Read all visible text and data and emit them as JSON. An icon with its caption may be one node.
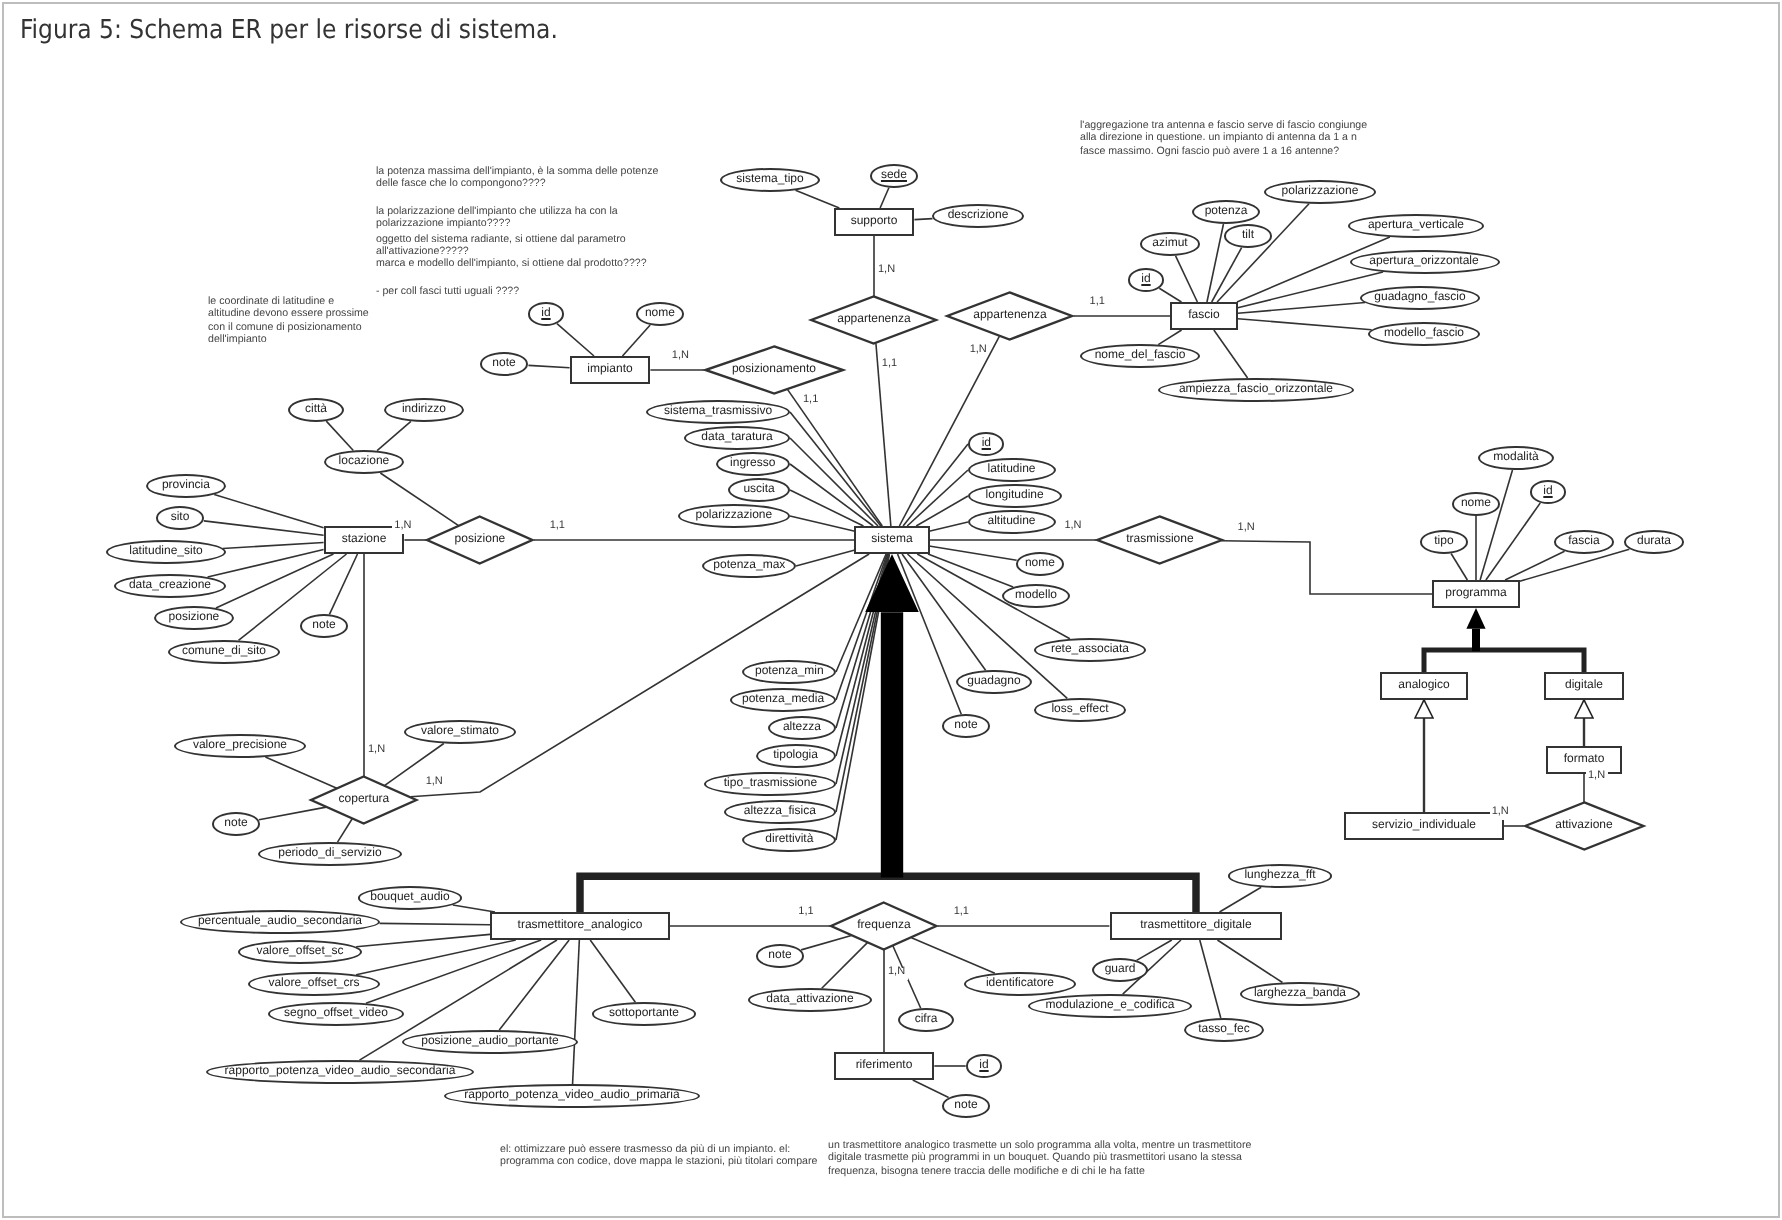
{
  "diagram": {
    "title": "Figura 5: Schema ER per le risorse di sistema.",
    "nodes": [
      {
        "text": [
          "sistema"
        ]
      },
      {
        "text": [
          "supporto"
        ]
      },
      {
        "text": [
          "sistema_tipo"
        ]
      },
      {
        "text": [
          "sede"
        ]
      },
      {
        "text": [
          "descrizione"
        ]
      },
      {
        "text": [
          "appartenenza"
        ]
      },
      {
        "text": [
          "impianto"
        ]
      },
      {
        "text": [
          "id"
        ]
      },
      {
        "text": [
          "nome"
        ]
      },
      {
        "text": [
          "note"
        ]
      },
      {
        "text": [
          "posizionamento"
        ]
      },
      {
        "text": [
          "appartenenza"
        ]
      },
      {
        "text": [
          "fascio"
        ]
      },
      {
        "text": [
          "id"
        ]
      },
      {
        "text": [
          "azimut"
        ]
      },
      {
        "text": [
          "potenza"
        ]
      },
      {
        "text": [
          "tilt"
        ]
      },
      {
        "text": [
          "polarizzazione"
        ]
      },
      {
        "text": [
          "apertura_verticale"
        ]
      },
      {
        "text": [
          "apertura_orizzontale"
        ]
      },
      {
        "text": [
          "guadagno_fascio"
        ]
      },
      {
        "text": [
          "modello_fascio"
        ]
      },
      {
        "text": [
          "nome_del_fascio"
        ]
      },
      {
        "text": [
          "ampiezza_fascio_orizzontale"
        ]
      },
      {
        "text": [
          "locazione"
        ]
      },
      {
        "text": [
          "città"
        ]
      },
      {
        "text": [
          "indirizzo"
        ]
      },
      {
        "text": [
          "stazione"
        ]
      },
      {
        "text": [
          "provincia"
        ]
      },
      {
        "text": [
          "sito"
        ]
      },
      {
        "text": [
          "latitudine_sito"
        ]
      },
      {
        "text": [
          "data_creazione"
        ]
      },
      {
        "text": [
          "posizione"
        ]
      },
      {
        "text": [
          "comune_di_sito"
        ]
      },
      {
        "text": [
          "note"
        ]
      },
      {
        "text": [
          "posizione"
        ]
      },
      {
        "text": [
          "copertura"
        ]
      },
      {
        "text": [
          "valore_precisione"
        ]
      },
      {
        "text": [
          "valore_stimato"
        ]
      },
      {
        "text": [
          "note"
        ]
      },
      {
        "text": [
          "periodo_di_servizio"
        ]
      },
      {
        "text": [
          "sistema_trasmissivo"
        ]
      },
      {
        "text": [
          "ingresso"
        ]
      },
      {
        "text": [
          "uscita"
        ]
      },
      {
        "text": [
          "data_taratura"
        ]
      },
      {
        "text": [
          "polarizzazione"
        ]
      },
      {
        "text": [
          "id"
        ]
      },
      {
        "text": [
          "latitudine"
        ]
      },
      {
        "text": [
          "longitudine"
        ]
      },
      {
        "text": [
          "altitudine"
        ]
      },
      {
        "text": [
          "potenza_max"
        ]
      },
      {
        "text": [
          "potenza_min"
        ]
      },
      {
        "text": [
          "potenza_media"
        ]
      },
      {
        "text": [
          "altezza"
        ]
      },
      {
        "text": [
          "tipologia"
        ]
      },
      {
        "text": [
          "tipo_trasmissione"
        ]
      },
      {
        "text": [
          "altezza_fisica"
        ]
      },
      {
        "text": [
          "direttività"
        ]
      },
      {
        "text": [
          "nome"
        ]
      },
      {
        "text": [
          "modello"
        ]
      },
      {
        "text": [
          "rete_associata"
        ]
      },
      {
        "text": [
          "guadagno"
        ]
      },
      {
        "text": [
          "loss_effect"
        ]
      },
      {
        "text": [
          "note"
        ]
      },
      {
        "text": [
          "trasmissione"
        ]
      },
      {
        "text": [
          "programma"
        ]
      },
      {
        "text": [
          "tipo"
        ]
      },
      {
        "text": [
          "nome"
        ]
      },
      {
        "text": [
          "modalità"
        ]
      },
      {
        "text": [
          "id"
        ]
      },
      {
        "text": [
          "fascia"
        ]
      },
      {
        "text": [
          "durata"
        ]
      },
      {
        "text": [
          "analogico"
        ]
      },
      {
        "text": [
          "digitale"
        ]
      },
      {
        "text": [
          "formato"
        ]
      },
      {
        "text": [
          "servizio_individuale"
        ]
      },
      {
        "text": [
          "attivazione"
        ]
      },
      {
        "text": [
          "trasmettitore_analogico"
        ]
      },
      {
        "text": [
          "trasmettitore_digitale"
        ]
      },
      {
        "text": [
          "bouquet_audio"
        ]
      },
      {
        "text": [
          "percentuale_audio_secondaria"
        ]
      },
      {
        "text": [
          "valore_offset_sc"
        ]
      },
      {
        "text": [
          "valore_offset_crs"
        ]
      },
      {
        "text": [
          "segno_offset_video"
        ]
      },
      {
        "text": [
          "posizione_audio_portante"
        ]
      },
      {
        "text": [
          "rapporto_potenza_video_audio_secondaria"
        ]
      },
      {
        "text": [
          "rapporto_potenza_video_audio_primaria"
        ]
      },
      {
        "text": [
          "sottoportante"
        ]
      },
      {
        "text": [
          "frequenza"
        ]
      },
      {
        "text": [
          "note"
        ]
      },
      {
        "text": [
          "data_attivazione"
        ]
      },
      {
        "text": [
          "cifra"
        ]
      },
      {
        "text": [
          "identificatore"
        ]
      },
      {
        "text": [
          "riferimento"
        ]
      },
      {
        "text": [
          "id"
        ]
      },
      {
        "text": [
          "note"
        ]
      },
      {
        "text": [
          "lunghezza_fft"
        ]
      },
      {
        "text": [
          "guard"
        ]
      },
      {
        "text": [
          "modulazione_e_codifica"
        ]
      },
      {
        "text": [
          "tasso_fec"
        ]
      },
      {
        "text": [
          "larghezza_banda"
        ]
      }
    ],
    "edges": [
      {
        "from": 1,
        "to": 5,
        "arrow": "none",
        "label": "1,N"
      },
      {
        "from": 0,
        "to": 5,
        "arrow": "none",
        "label": "1,1"
      },
      {
        "from": 6,
        "to": 10,
        "arrow": "none",
        "label": "1,N"
      },
      {
        "from": 0,
        "to": 10,
        "arrow": "none",
        "label": "1,1"
      },
      {
        "from": 0,
        "to": 11,
        "arrow": "none",
        "label": "1,N"
      },
      {
        "from": 12,
        "to": 11,
        "arrow": "none",
        "label": "1,1"
      },
      {
        "from": 27,
        "to": 35,
        "arrow": "none",
        "label": "1,N"
      },
      {
        "from": 0,
        "to": 35,
        "arrow": "none",
        "label": "1,1"
      },
      {
        "from": 27,
        "to": 36,
        "arrow": "none",
        "label": "1,N"
      },
      {
        "from": 0,
        "to": 36,
        "arrow": "none",
        "label": "1,N"
      },
      {
        "from": 0,
        "to": 64,
        "arrow": "none",
        "label": "1,N"
      },
      {
        "from": 65,
        "to": 64,
        "arrow": "none",
        "label": "1,N"
      },
      {
        "from": 75,
        "to": 76,
        "arrow": "none",
        "label": "1,N"
      },
      {
        "from": 74,
        "to": 76,
        "arrow": "none",
        "label": "1,N"
      },
      {
        "from": 77,
        "to": 88,
        "arrow": "none",
        "label": "1,1"
      },
      {
        "from": 78,
        "to": 88,
        "arrow": "none",
        "label": "1,1"
      },
      {
        "from": 93,
        "to": 88,
        "arrow": "none",
        "label": "1,N"
      },
      {
        "from": 77,
        "to": 0,
        "arrow": "to",
        "style": "thick"
      },
      {
        "from": 78,
        "to": 0,
        "arrow": "to",
        "style": "thick"
      },
      {
        "from": 72,
        "to": 65,
        "arrow": "to",
        "style": "thick"
      },
      {
        "from": 73,
        "to": 65,
        "arrow": "to",
        "style": "thick"
      },
      {
        "from": 75,
        "to": 72,
        "arrow": "to"
      },
      {
        "from": 74,
        "to": 73,
        "arrow": "to"
      },
      {
        "from": 2,
        "to": 1,
        "arrow": "none"
      },
      {
        "from": 3,
        "to": 1,
        "arrow": "none"
      },
      {
        "from": 4,
        "to": 1,
        "arrow": "none"
      },
      {
        "from": 7,
        "to": 6,
        "arrow": "none"
      },
      {
        "from": 8,
        "to": 6,
        "arrow": "none"
      },
      {
        "from": 9,
        "to": 6,
        "arrow": "none"
      },
      {
        "from": 13,
        "to": 12,
        "arrow": "none"
      },
      {
        "from": 14,
        "to": 12,
        "arrow": "none"
      },
      {
        "from": 15,
        "to": 12,
        "arrow": "none"
      },
      {
        "from": 16,
        "to": 12,
        "arrow": "none"
      },
      {
        "from": 17,
        "to": 12,
        "arrow": "none"
      },
      {
        "from": 18,
        "to": 12,
        "arrow": "none"
      },
      {
        "from": 19,
        "to": 12,
        "arrow": "none"
      },
      {
        "from": 20,
        "to": 12,
        "arrow": "none"
      },
      {
        "from": 21,
        "to": 12,
        "arrow": "none"
      },
      {
        "from": 22,
        "to": 12,
        "arrow": "none"
      },
      {
        "from": 23,
        "to": 12,
        "arrow": "none"
      },
      {
        "from": 25,
        "to": 24,
        "arrow": "none"
      },
      {
        "from": 26,
        "to": 24,
        "arrow": "none"
      },
      {
        "from": 24,
        "to": 35,
        "arrow": "none"
      },
      {
        "from": 28,
        "to": 27,
        "arrow": "none"
      },
      {
        "from": 29,
        "to": 27,
        "arrow": "none"
      },
      {
        "from": 30,
        "to": 27,
        "arrow": "none"
      },
      {
        "from": 31,
        "to": 27,
        "arrow": "none"
      },
      {
        "from": 32,
        "to": 27,
        "arrow": "none"
      },
      {
        "from": 33,
        "to": 27,
        "arrow": "none"
      },
      {
        "from": 34,
        "to": 27,
        "arrow": "none"
      },
      {
        "from": 37,
        "to": 36,
        "arrow": "none"
      },
      {
        "from": 38,
        "to": 36,
        "arrow": "none"
      },
      {
        "from": 39,
        "to": 36,
        "arrow": "none"
      },
      {
        "from": 40,
        "to": 36,
        "arrow": "none"
      },
      {
        "from": 41,
        "to": 0,
        "arrow": "none"
      },
      {
        "from": 42,
        "to": 0,
        "arrow": "none"
      },
      {
        "from": 43,
        "to": 0,
        "arrow": "none"
      },
      {
        "from": 44,
        "to": 0,
        "arrow": "none"
      },
      {
        "from": 45,
        "to": 0,
        "arrow": "none"
      },
      {
        "from": 46,
        "to": 0,
        "arrow": "none"
      },
      {
        "from": 47,
        "to": 0,
        "arrow": "none"
      },
      {
        "from": 48,
        "to": 0,
        "arrow": "none"
      },
      {
        "from": 49,
        "to": 0,
        "arrow": "none"
      },
      {
        "from": 50,
        "to": 0,
        "arrow": "none"
      },
      {
        "from": 51,
        "to": 0,
        "arrow": "none"
      },
      {
        "from": 52,
        "to": 0,
        "arrow": "none"
      },
      {
        "from": 53,
        "to": 0,
        "arrow": "none"
      },
      {
        "from": 54,
        "to": 0,
        "arrow": "none"
      },
      {
        "from": 55,
        "to": 0,
        "arrow": "none"
      },
      {
        "from": 56,
        "to": 0,
        "arrow": "none"
      },
      {
        "from": 57,
        "to": 0,
        "arrow": "none"
      },
      {
        "from": 58,
        "to": 0,
        "arrow": "none"
      },
      {
        "from": 59,
        "to": 0,
        "arrow": "none"
      },
      {
        "from": 60,
        "to": 0,
        "arrow": "none"
      },
      {
        "from": 61,
        "to": 0,
        "arrow": "none"
      },
      {
        "from": 62,
        "to": 0,
        "arrow": "none"
      },
      {
        "from": 63,
        "to": 0,
        "arrow": "none"
      },
      {
        "from": 66,
        "to": 65,
        "arrow": "none"
      },
      {
        "from": 67,
        "to": 65,
        "arrow": "none"
      },
      {
        "from": 68,
        "to": 65,
        "arrow": "none"
      },
      {
        "from": 69,
        "to": 65,
        "arrow": "none"
      },
      {
        "from": 70,
        "to": 65,
        "arrow": "none"
      },
      {
        "from": 71,
        "to": 65,
        "arrow": "none"
      },
      {
        "from": 79,
        "to": 77,
        "arrow": "none"
      },
      {
        "from": 80,
        "to": 77,
        "arrow": "none"
      },
      {
        "from": 81,
        "to": 77,
        "arrow": "none"
      },
      {
        "from": 82,
        "to": 77,
        "arrow": "none"
      },
      {
        "from": 83,
        "to": 77,
        "arrow": "none"
      },
      {
        "from": 84,
        "to": 77,
        "arrow": "none"
      },
      {
        "from": 85,
        "to": 77,
        "arrow": "none"
      },
      {
        "from": 86,
        "to": 77,
        "arrow": "none"
      },
      {
        "from": 87,
        "to": 77,
        "arrow": "none"
      },
      {
        "from": 89,
        "to": 88,
        "arrow": "none"
      },
      {
        "from": 90,
        "to": 88,
        "arrow": "none"
      },
      {
        "from": 91,
        "to": 88,
        "arrow": "none"
      },
      {
        "from": 92,
        "to": 88,
        "arrow": "none"
      },
      {
        "from": 94,
        "to": 93,
        "arrow": "none"
      },
      {
        "from": 95,
        "to": 93,
        "arrow": "none"
      },
      {
        "from": 96,
        "to": 78,
        "arrow": "none"
      },
      {
        "from": 97,
        "to": 78,
        "arrow": "none"
      },
      {
        "from": 98,
        "to": 78,
        "arrow": "none"
      },
      {
        "from": 99,
        "to": 78,
        "arrow": "none"
      },
      {
        "from": 100,
        "to": 78,
        "arrow": "none"
      }
    ],
    "labels": [
      "la potenza massima dell'impianto, è la somma delle potenze delle fasce che lo compongono????",
      "la polarizzazione dell'impianto che utilizza ha con la polarizzazione impianto????",
      "oggetto del sistema radiante, si ottiene dal parametro all'attivazione?????",
      "marca e modello dell'impianto, si ottiene dal prodotto????",
      "- per coll fasci tutti uguali ????",
      "le coordinate di latitudine e altitudine devono essere prossime con il comune di posizionamento dell'impianto",
      "l'aggregazione tra antenna e fascio serve di fascio congiunge alla direzione in questione. un impianto di antenna da 1 a n fasce massimo. Ogni fascio può avere 1 a 16 antenne?",
      "el: ottimizzare può essere trasmesso da più di un impianto. el: programma con codice, dove mappa le stazioni, più titolari compare",
      "un trasmettitore analogico trasmette un solo programma alla volta, mentre un trasmettitore digitale trasmette più programmi in un bouquet. Quando più trasmettitori usano la stessa frequenza, bisogna tenere traccia delle modifiche e di chi le ha fatte"
    ]
  }
}
